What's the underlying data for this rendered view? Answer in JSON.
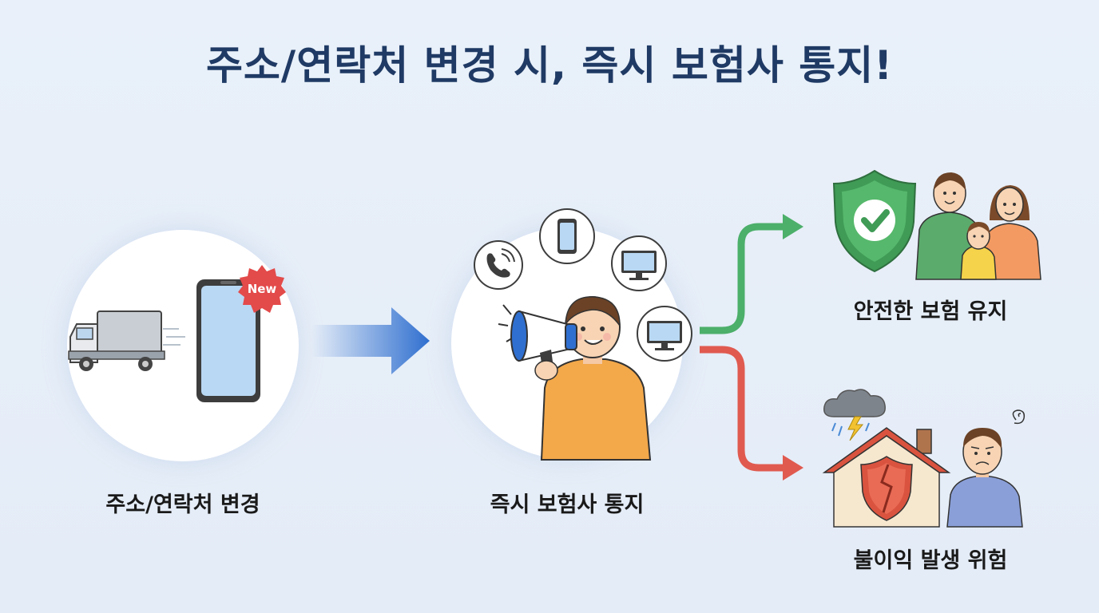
{
  "title": "주소/연락처 변경 시, 즉시 보험사 통지!",
  "steps": [
    {
      "caption": "주소/연락처 변경",
      "badge": "New"
    },
    {
      "caption": "즉시 보험사 통지"
    }
  ],
  "outcomes": [
    {
      "caption": "안전한 보험 유지",
      "color": "#4caf6a"
    },
    {
      "caption": "불이익 발생 위험",
      "color": "#e05a4f"
    }
  ],
  "icons": [
    "truck-icon",
    "smartphone-icon",
    "new-badge-icon",
    "arrow-right-icon",
    "phone-call-icon",
    "mobile-icon",
    "monitor-icon",
    "desktop-icon",
    "megaphone-icon",
    "person-icon",
    "shield-check-icon",
    "family-icon",
    "storm-cloud-icon",
    "broken-shield-house-icon",
    "worried-person-icon"
  ],
  "colors": {
    "title": "#1f3a64",
    "arrow_blue": "#2f6fcf",
    "green": "#4caf6a",
    "red": "#e05a4f"
  }
}
